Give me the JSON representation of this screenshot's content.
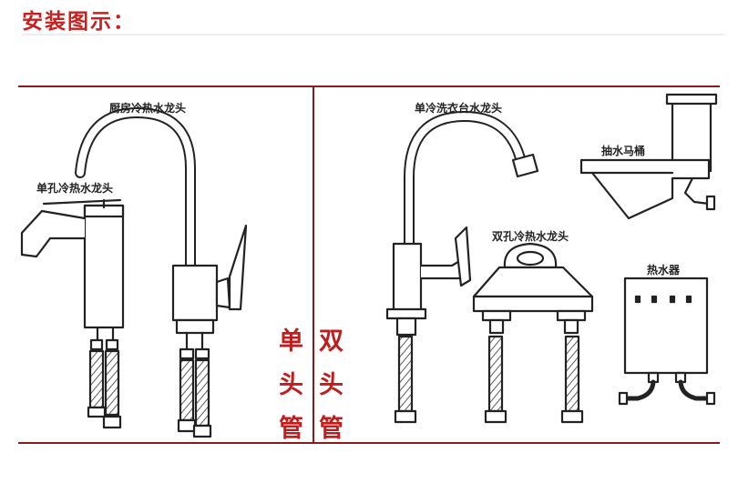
{
  "title": "安装图示：",
  "colors": {
    "title": "#c8201e",
    "divider": "#8b1a1a",
    "line": "#222222",
    "side_text": "#c21d1d"
  },
  "labels": {
    "kitchen_faucet": "厨房冷热水龙头",
    "single_hole_faucet": "单孔冷热水龙头",
    "laundry_faucet": "单冷洗衣台水龙头",
    "toilet": "抽水马桶",
    "dual_hole_faucet": "双孔冷热水龙头",
    "water_heater": "热水器"
  },
  "side_text": {
    "left": [
      "单",
      "头",
      "管"
    ],
    "right": [
      "双",
      "头",
      "管"
    ]
  }
}
